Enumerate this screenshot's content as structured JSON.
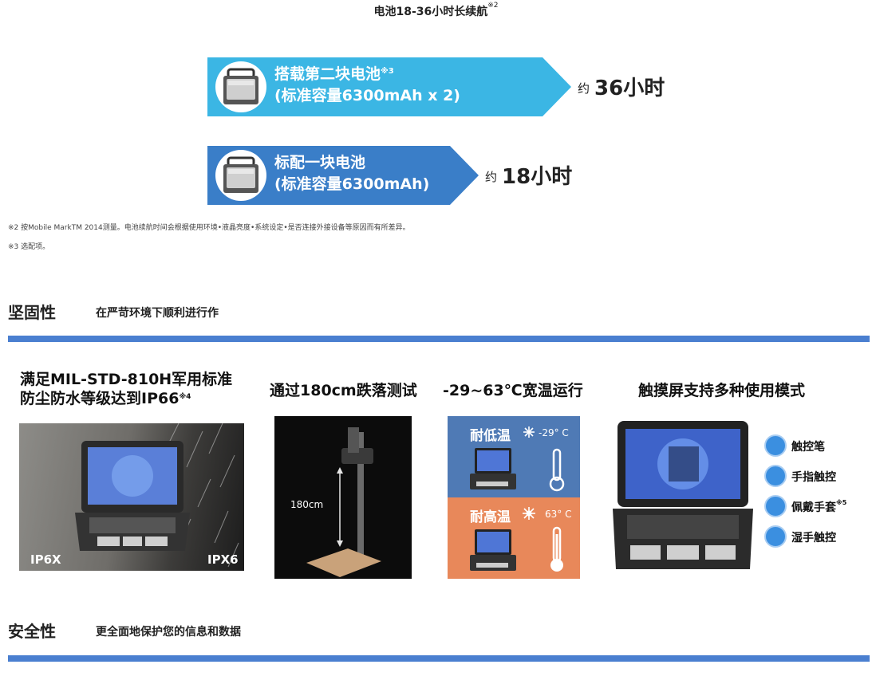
{
  "battery": {
    "title": "电池18-36小时长续航",
    "title_note": "※2",
    "rows": [
      {
        "line1": "搭载第二块电池",
        "line1_note": "※3",
        "line2": "(标准容量6300mAh x 2)",
        "result_prefix": "约",
        "result_value": "36小时",
        "color": "#3bb6e4"
      },
      {
        "line1": "标配一块电池",
        "line1_note": "",
        "line2": "(标准容量6300mAh)",
        "result_prefix": "约",
        "result_value": "18小时",
        "color": "#3a7ec8"
      }
    ]
  },
  "notes": [
    "※2  按Mobile  MarkTM  2014测量。电池续航时间会根据使用环境•液晶亮度•系统设定•是否连接外接设备等原因而有所差异。",
    "※3  选配项。"
  ],
  "robust": {
    "heading": "坚固性",
    "subheading": "在严苛环境下顺利进行作",
    "features": {
      "mil_line1": "满足MIL-STD-810H军用标准",
      "mil_line2": "防尘防水等级达到IP66",
      "mil_note": "※4",
      "drop_title": "通过180cm跌落测试",
      "temp_title": "-29~63℃宽温运行",
      "touch_title": "触摸屏支持多种使用模式"
    },
    "ip_left": "IP6X",
    "ip_right": "IPX6",
    "drop_label": "180cm",
    "temp_low_label": "耐低温",
    "temp_low_value": "-29° C",
    "temp_high_label": "耐高温",
    "temp_high_value": "63° C",
    "touch_modes": [
      {
        "label": "触控笔",
        "note": ""
      },
      {
        "label": "手指触控",
        "note": ""
      },
      {
        "label": "佩戴手套",
        "note": "※5"
      },
      {
        "label": "湿手触控",
        "note": ""
      }
    ],
    "colors": {
      "rule": "#4a7fd0",
      "cold": "#4f7ab5",
      "hot": "#e8885a"
    }
  },
  "security": {
    "heading": "安全性",
    "subheading": "更全面地保护您的信息和数据"
  }
}
